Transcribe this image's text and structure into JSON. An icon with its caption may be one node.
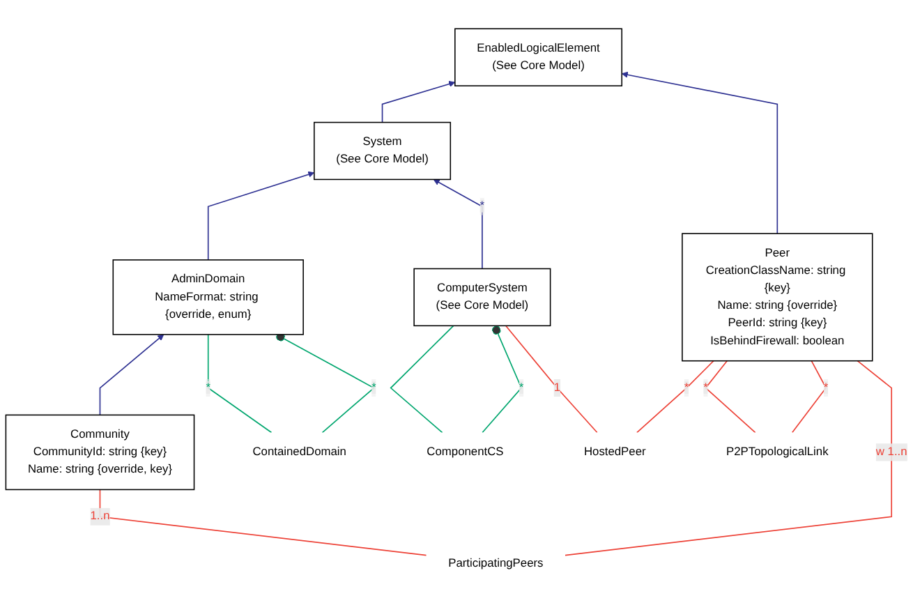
{
  "diagram": {
    "nodes": [
      {
        "text": [
          "EnabledLogicalElement",
          "(See Core Model)"
        ]
      },
      {
        "text": [
          "System",
          "(See Core Model)"
        ]
      },
      {
        "text": [
          "ContainedDomain"
        ]
      },
      {
        "text": [
          "ComponentCS"
        ]
      },
      {
        "text": [
          "AdminDomain",
          "NameFormat: string {override, enum}"
        ]
      },
      {
        "text": [
          "ComputerSystem",
          "(See Core Model)"
        ]
      },
      {
        "text": [
          "HostedPeer"
        ]
      },
      {
        "text": [
          "P2PTopologicalLink"
        ]
      },
      {
        "text": [
          "Community",
          "CommunityId: string {key}",
          "Name: string {override, key}"
        ]
      },
      {
        "text": [
          "Peer",
          "CreationClassName: string {key}",
          "Name: string {override}",
          "PeerId: string {key}",
          "IsBehindFirewall: boolean"
        ]
      },
      {
        "text": [
          "ParticipatingPeers"
        ]
      }
    ],
    "edges": [
      {
        "from": 1,
        "to": 0,
        "arrow": "to",
        "color": "#2e3192"
      },
      {
        "from": 9,
        "to": 0,
        "arrow": "to",
        "color": "#2e3192"
      },
      {
        "from": 4,
        "to": 1,
        "arrow": "to",
        "color": "#2e3192"
      },
      {
        "from": 5,
        "to": 1,
        "arrow": "to",
        "label": "*",
        "color": "#2e3192"
      },
      {
        "from": 8,
        "to": 4,
        "arrow": "to",
        "color": "#2e3192"
      },
      {
        "from": 2,
        "to": 4,
        "arrow": "none",
        "label": "*",
        "color": "#00a66e"
      },
      {
        "from": 2,
        "to": 4,
        "arrow": "other",
        "label": "*",
        "color": "#00a66e"
      },
      {
        "from": 3,
        "to": 5,
        "arrow": "none",
        "color": "#00a66e"
      },
      {
        "from": 3,
        "to": 5,
        "arrow": "other",
        "label": "*",
        "color": "#00a66e"
      },
      {
        "from": 6,
        "to": 5,
        "arrow": "none",
        "label": "1",
        "color": "#ed4136"
      },
      {
        "from": 6,
        "to": 9,
        "arrow": "none",
        "label": "*",
        "color": "#ed4136"
      },
      {
        "from": 7,
        "to": 9,
        "arrow": "none",
        "label": "*",
        "color": "#ed4136"
      },
      {
        "from": 7,
        "to": 9,
        "arrow": "none",
        "label": "*",
        "color": "#ed4136"
      },
      {
        "from": 10,
        "to": 8,
        "arrow": "none",
        "label": "1..n",
        "color": "#ed4136"
      },
      {
        "from": 10,
        "to": 9,
        "arrow": "none",
        "label": "w 1..n",
        "color": "#ed4136"
      }
    ]
  }
}
